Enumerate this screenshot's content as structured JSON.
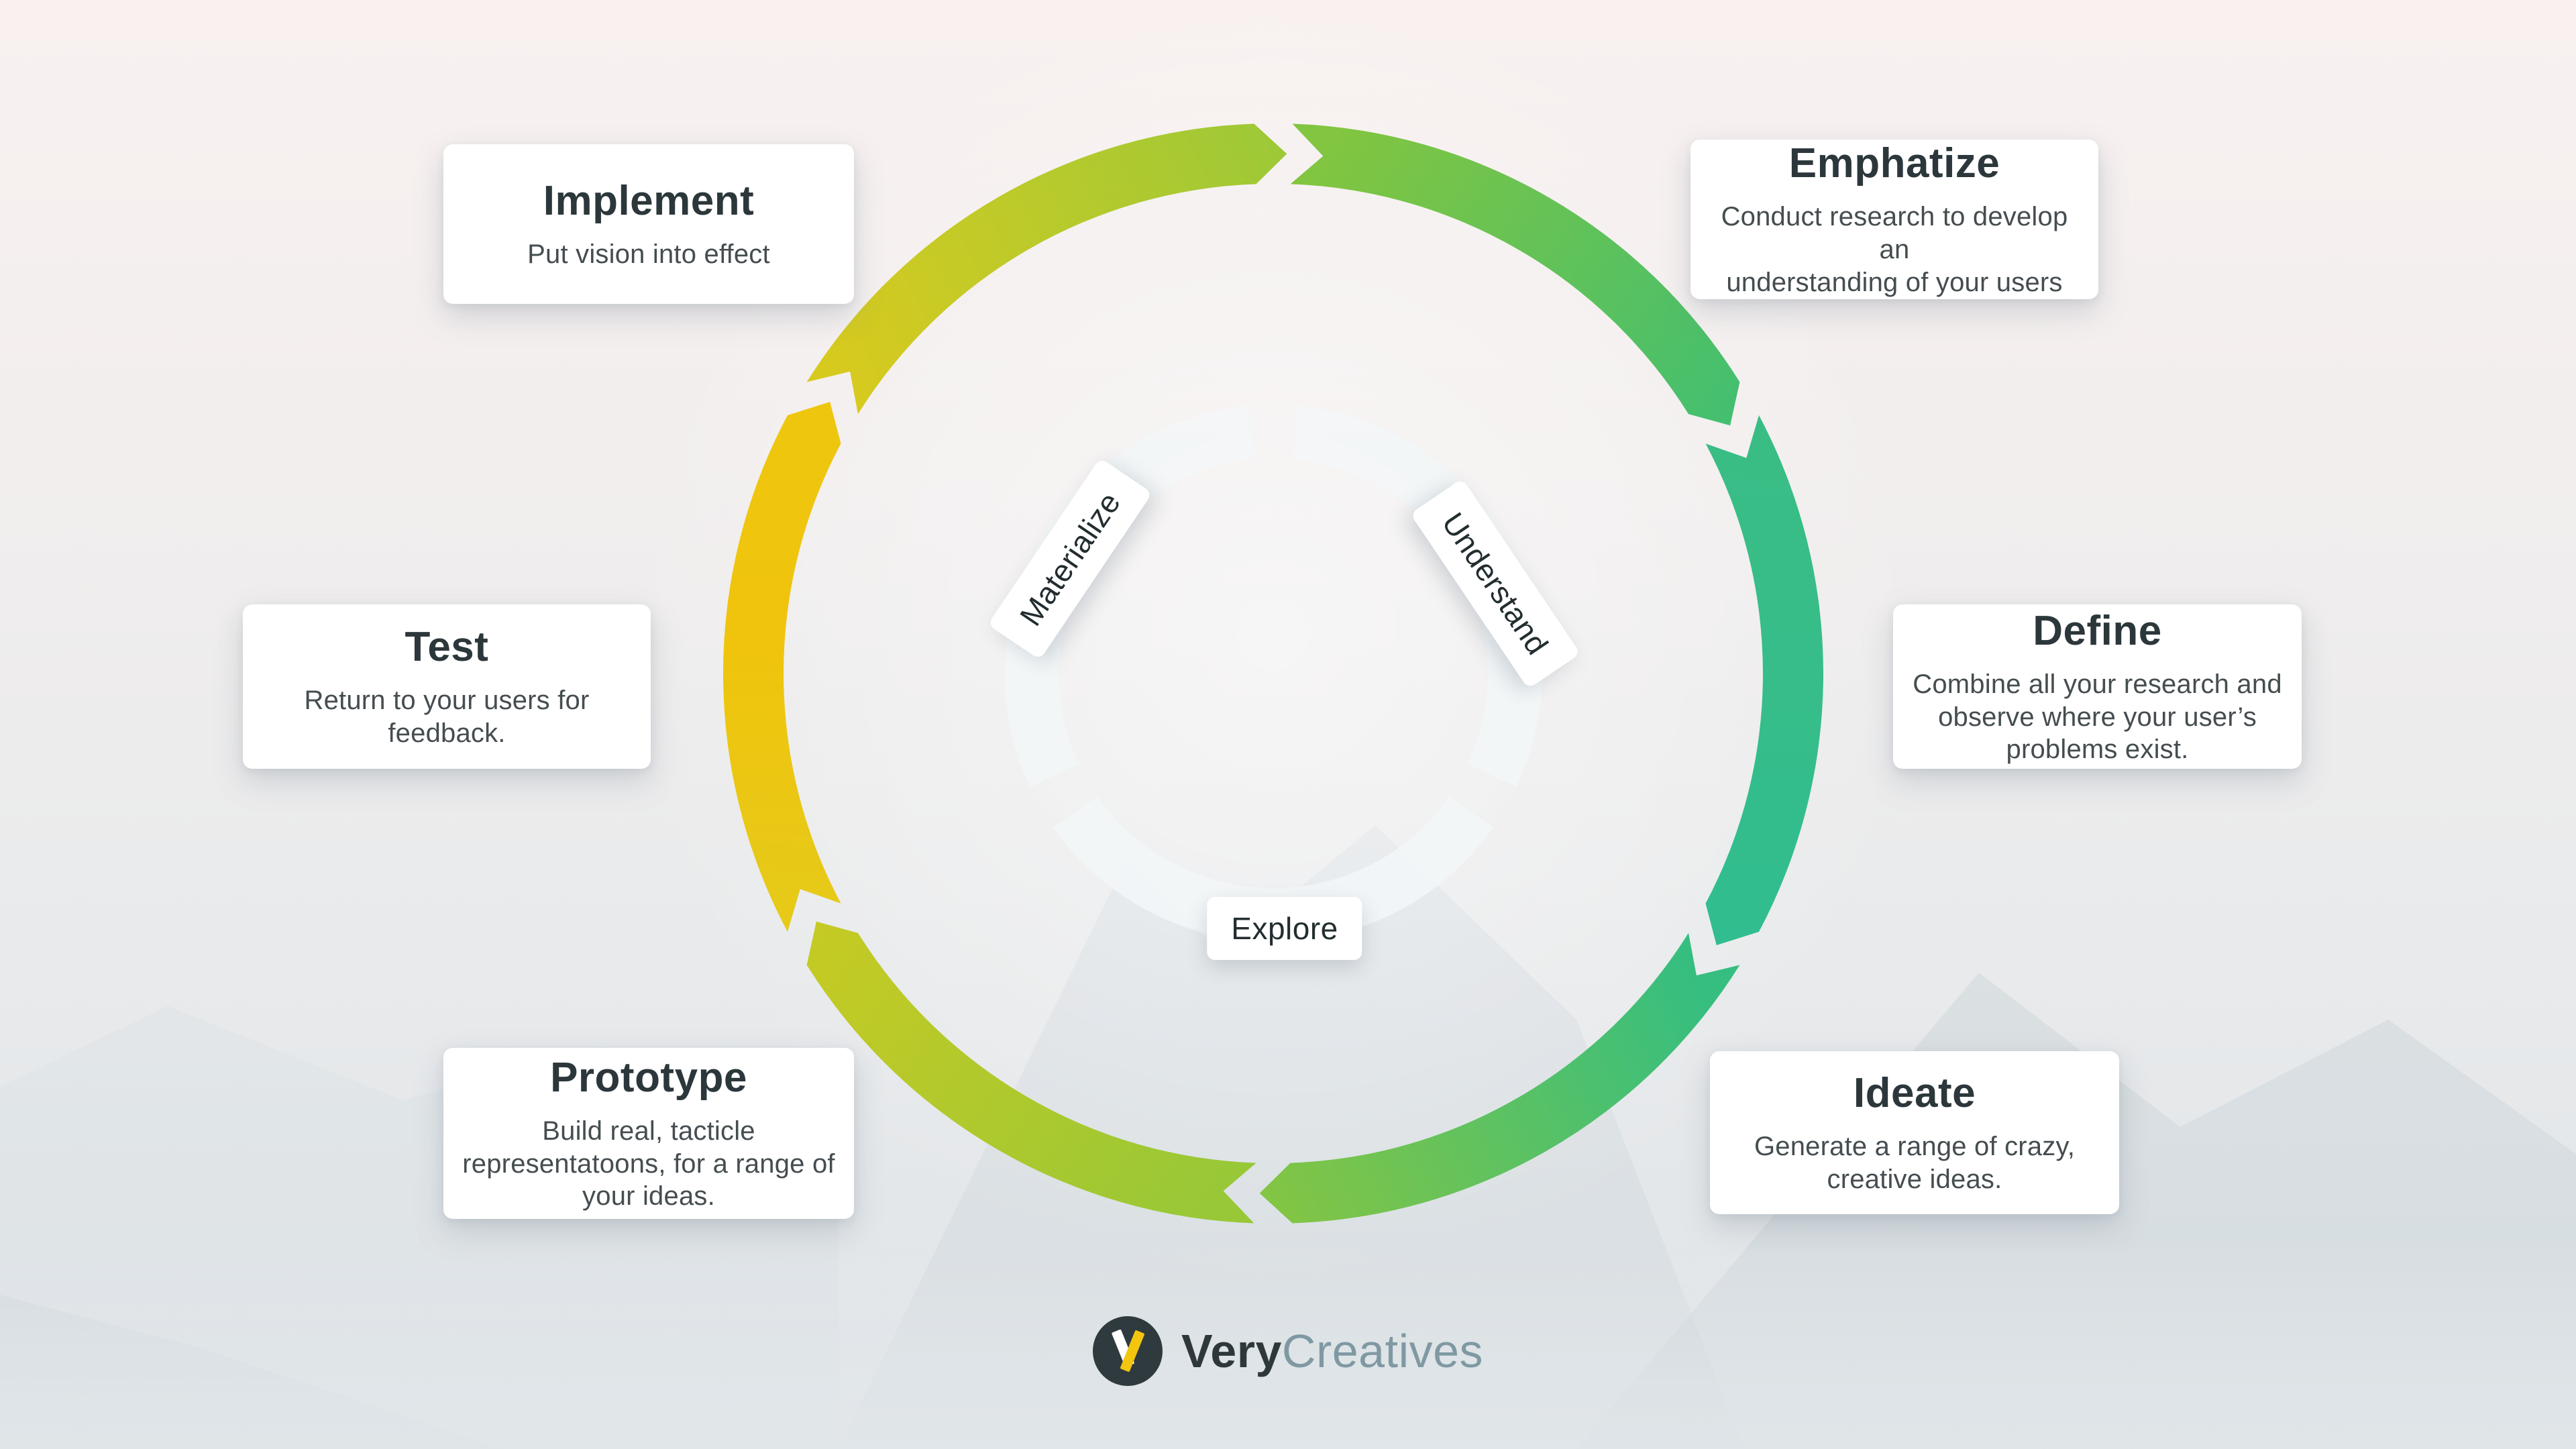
{
  "cards": [
    {
      "id": "implement",
      "title": "Implement",
      "description": "Put vision into effect"
    },
    {
      "id": "emphatize",
      "title": "Emphatize",
      "description": "Conduct research to develop an\nunderstanding of your users"
    },
    {
      "id": "test",
      "title": "Test",
      "description": "Return to your users for\nfeedback."
    },
    {
      "id": "define",
      "title": "Define",
      "description": "Combine all your research and\nobserve where your user’s\nproblems exist."
    },
    {
      "id": "prototype",
      "title": "Prototype",
      "description": "Build real, tacticle\nrepresentatoons, for a range of\nyour ideas."
    },
    {
      "id": "ideate",
      "title": "Ideate",
      "description": "Generate a range of crazy,\ncreative ideas."
    }
  ],
  "cycle_labels": [
    {
      "label": "Materialize"
    },
    {
      "label": "Understand"
    },
    {
      "label": "Explore"
    }
  ],
  "ring": {
    "direction": "clockwise",
    "segments": [
      {
        "name": "top-right",
        "color_start": "#82c540",
        "color_end": "#43bf70"
      },
      {
        "name": "right",
        "color_start": "#3abd85",
        "color_end": "#31bd8f"
      },
      {
        "name": "bottom-right",
        "color_start": "#36be80",
        "color_end": "#84c543"
      },
      {
        "name": "bottom-left",
        "color_start": "#98c837",
        "color_end": "#c6ca23"
      },
      {
        "name": "left",
        "color_start": "#e7c918",
        "color_end": "#eec60e"
      },
      {
        "name": "top-left",
        "color_start": "#d6ca1f",
        "color_end": "#9dc937"
      }
    ]
  },
  "inner_ring": {
    "color": "#f3f6f7"
  },
  "background": {
    "top": "#f8f1f0",
    "bottom": "#dfe4e8",
    "mountain": "#c6d0d7"
  },
  "logo": {
    "brand_first": "Very",
    "brand_second": "Creatives",
    "mark_background": "#2f3a3e",
    "mark_left_stroke": "#ffffff",
    "mark_right_stroke": "#f2c50f"
  }
}
